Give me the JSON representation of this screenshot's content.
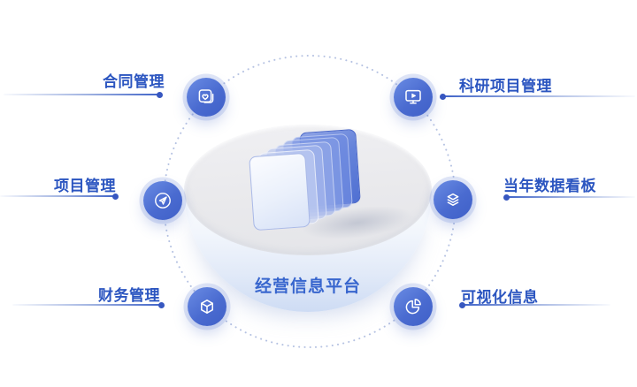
{
  "diagram": {
    "title": "经营信息平台",
    "center_label": "经营信息平台",
    "nodes": [
      {
        "id": "contract",
        "label": "合同管理",
        "icon": "heart-card-icon"
      },
      {
        "id": "research",
        "label": "科研项目管理",
        "icon": "monitor-play-icon"
      },
      {
        "id": "project",
        "label": "项目管理",
        "icon": "paper-plane-icon"
      },
      {
        "id": "dashboard",
        "label": "当年数据看板",
        "icon": "layers-icon"
      },
      {
        "id": "finance",
        "label": "财务管理",
        "icon": "cube-icon"
      },
      {
        "id": "visualization",
        "label": "可视化信息",
        "icon": "pie-chart-icon"
      }
    ],
    "colors": {
      "label_text": "#2B55C0",
      "center_text": "#3866CE",
      "node_gradient_start": "#6A8CE4",
      "node_gradient_end": "#3F60C8",
      "dotted_ring": "#B5C2E2",
      "connector_dot": "#3757C0"
    }
  }
}
